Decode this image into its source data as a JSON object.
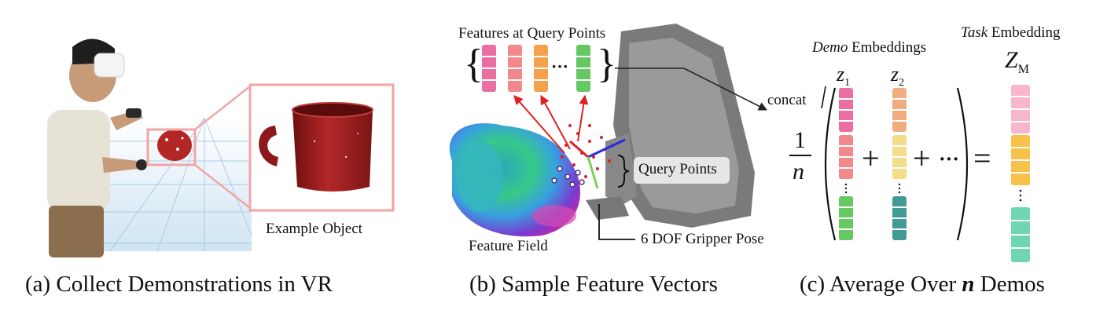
{
  "panel_a": {
    "caption": "(a) Collect Demonstrations in VR",
    "example_object": "Example Object"
  },
  "panel_b": {
    "caption": "(b) Sample Feature Vectors",
    "features_label": "Features at Query Points",
    "ellipsis": "···",
    "query_points": "Query Points",
    "feature_field": "Feature Field",
    "gripper_pose": "6 DOF Gripper Pose"
  },
  "panel_c": {
    "caption_pre": "(c) Average Over ",
    "caption_n": "n",
    "caption_post": " Demos",
    "demo_emb_italic": "Demo",
    "demo_emb_rest": " Embeddings",
    "task_emb_italic": "Task",
    "task_emb_rest": " Embedding",
    "concat": "concat",
    "z1": "z",
    "z1_sub": "1",
    "z2": "z",
    "z2_sub": "2",
    "zm": "Z",
    "zm_sub": "M",
    "frac_num": "1",
    "frac_den": "n",
    "plus": "+",
    "dots": "···",
    "equals": "="
  },
  "colors": {
    "pink": "#ea6fa0",
    "salmon": "#f0888c",
    "orange": "#f5a04a",
    "green": "#66c862",
    "teal": "#3f9b93",
    "lightpink": "#f7b6cc",
    "yellow": "#f8c24a",
    "mint": "#6fd6b2",
    "peach": "#f1ad7f",
    "paleyellow": "#f3dc8a",
    "frame": "#f2a5a5",
    "mug": "#9a1c1c"
  }
}
